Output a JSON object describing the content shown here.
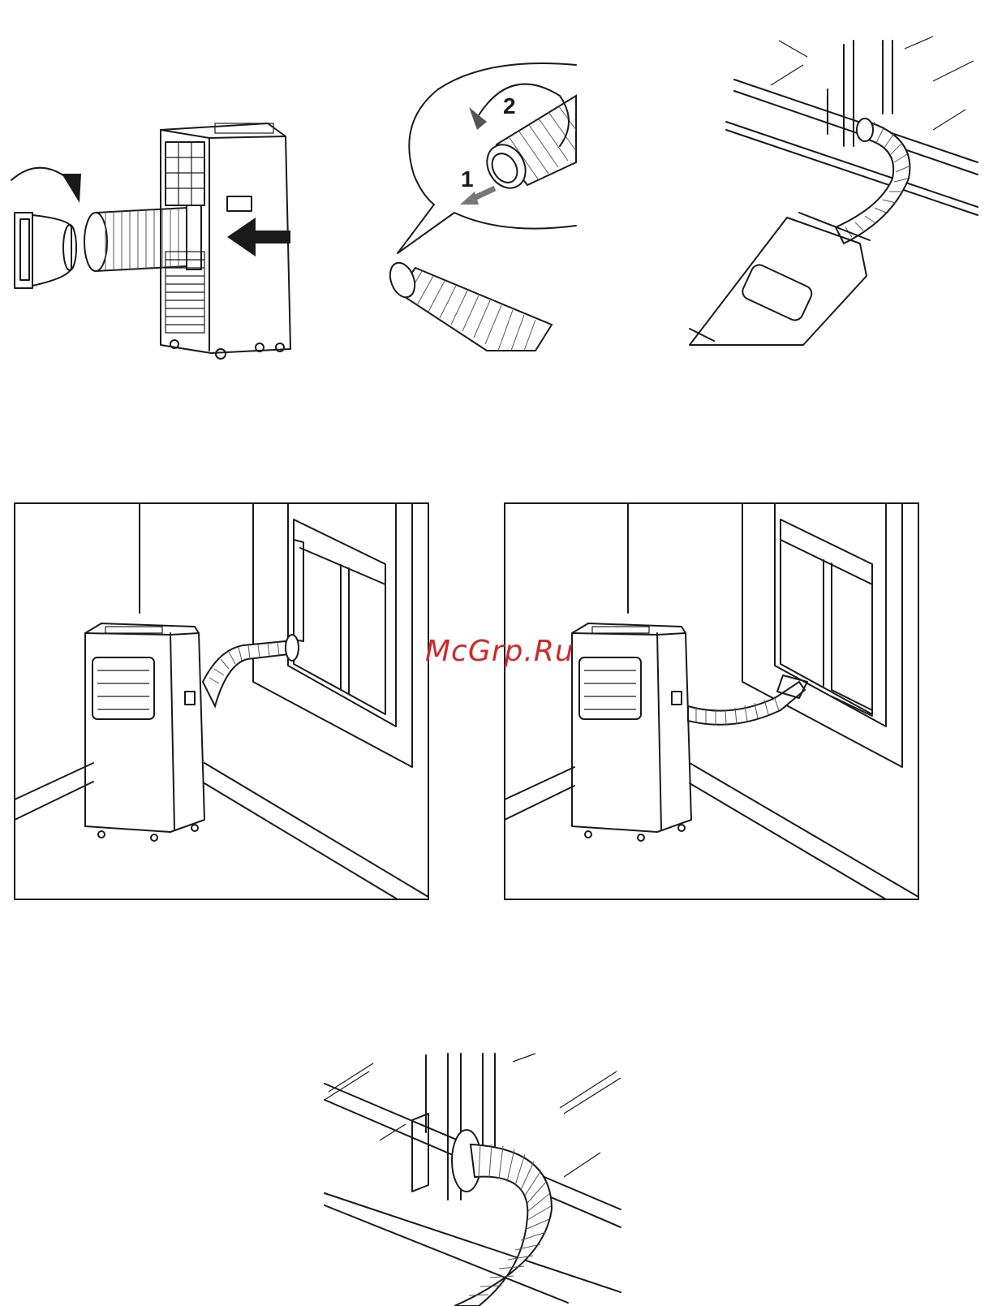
{
  "watermark": {
    "text": "McGrp.Ru",
    "color": "#cc2b2b"
  },
  "figure_top_middle": {
    "step_1": "1",
    "step_2": "2"
  },
  "colors": {
    "line": "#1a1a1a",
    "arrow_gray": "#777777",
    "frame": "#333333"
  }
}
